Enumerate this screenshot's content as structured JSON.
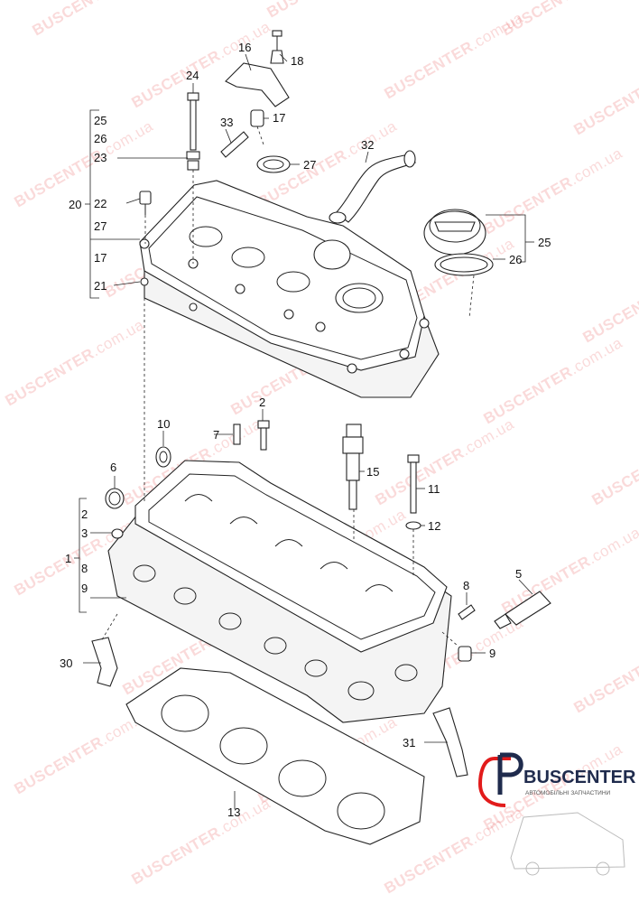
{
  "watermark": {
    "part1": "BUSCENTER",
    "part2": ".com.ua"
  },
  "callouts": {
    "n16": "16",
    "n18": "18",
    "n24": "24",
    "n17a": "17",
    "n33": "33",
    "n25a": "25",
    "n26a": "26",
    "n23": "23",
    "n27a": "27",
    "n32": "32",
    "n20": "20",
    "n22": "22",
    "n27b": "27",
    "n17b": "17",
    "n21": "21",
    "n25b": "25",
    "n26b": "26",
    "n2a": "2",
    "n10": "10",
    "n7": "7",
    "n6": "6",
    "n15": "15",
    "n11": "11",
    "n12": "12",
    "n2b": "2",
    "n3": "3",
    "n1": "1",
    "n8a": "8",
    "n9a": "9",
    "n5": "5",
    "n8b": "8",
    "n9b": "9",
    "n30": "30",
    "n31": "31",
    "n13": "13"
  },
  "logo": {
    "name": "BUSCENTER",
    "tagline": "АВТОМОБІЛЬНІ ЗАПЧАСТИНИ",
    "colors": {
      "red": "#e21b1b",
      "navy": "#1f2b4d"
    }
  },
  "colors": {
    "line": "#222222",
    "watermark": "#e21b1b"
  }
}
